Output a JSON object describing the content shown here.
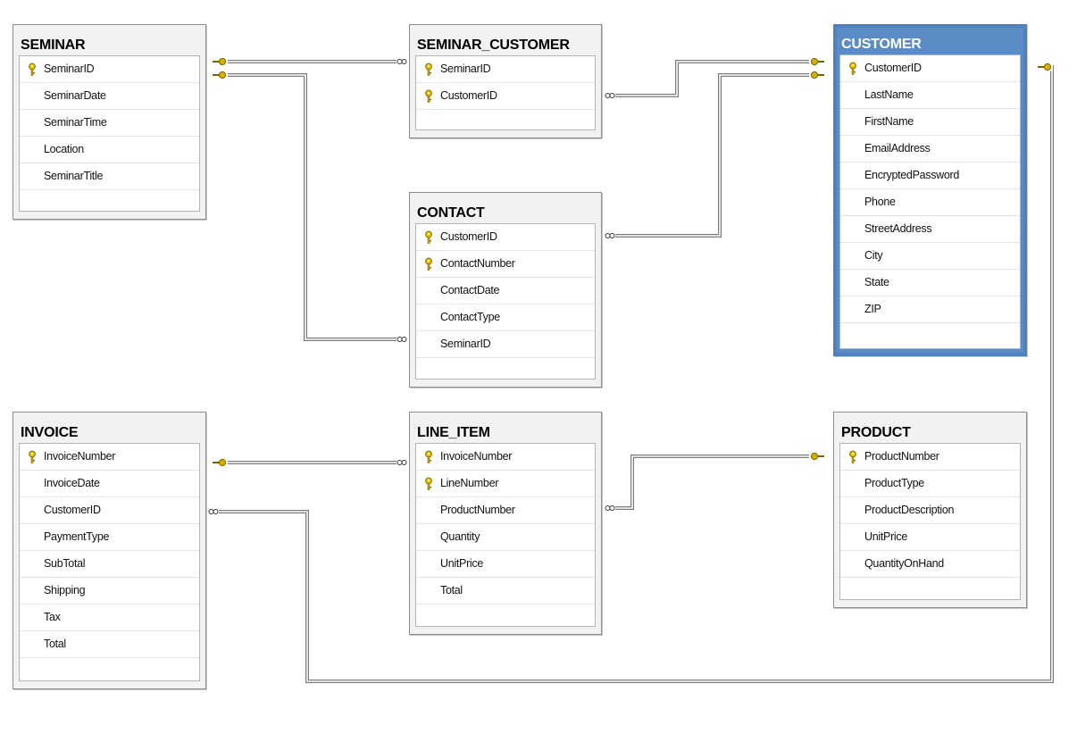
{
  "diagram": {
    "tables": [
      {
        "id": "seminar",
        "title": "SEMINAR",
        "selected": false,
        "columns": [
          {
            "name": "SeminarID",
            "pk": true
          },
          {
            "name": "SeminarDate",
            "pk": false
          },
          {
            "name": "SeminarTime",
            "pk": false
          },
          {
            "name": "Location",
            "pk": false
          },
          {
            "name": "SeminarTitle",
            "pk": false
          }
        ]
      },
      {
        "id": "seminar-customer",
        "title": "SEMINAR_CUSTOMER",
        "selected": false,
        "columns": [
          {
            "name": "SeminarID",
            "pk": true
          },
          {
            "name": "CustomerID",
            "pk": true
          }
        ]
      },
      {
        "id": "customer",
        "title": "CUSTOMER",
        "selected": true,
        "columns": [
          {
            "name": "CustomerID",
            "pk": true
          },
          {
            "name": "LastName",
            "pk": false
          },
          {
            "name": "FirstName",
            "pk": false
          },
          {
            "name": "EmailAddress",
            "pk": false
          },
          {
            "name": "EncryptedPassword",
            "pk": false
          },
          {
            "name": "Phone",
            "pk": false
          },
          {
            "name": "StreetAddress",
            "pk": false
          },
          {
            "name": "City",
            "pk": false
          },
          {
            "name": "State",
            "pk": false
          },
          {
            "name": "ZIP",
            "pk": false
          }
        ]
      },
      {
        "id": "contact",
        "title": "CONTACT",
        "selected": false,
        "columns": [
          {
            "name": "CustomerID",
            "pk": true
          },
          {
            "name": "ContactNumber",
            "pk": true
          },
          {
            "name": "ContactDate",
            "pk": false
          },
          {
            "name": "ContactType",
            "pk": false
          },
          {
            "name": "SeminarID",
            "pk": false
          }
        ]
      },
      {
        "id": "invoice",
        "title": "INVOICE",
        "selected": false,
        "columns": [
          {
            "name": "InvoiceNumber",
            "pk": true
          },
          {
            "name": "InvoiceDate",
            "pk": false
          },
          {
            "name": "CustomerID",
            "pk": false
          },
          {
            "name": "PaymentType",
            "pk": false
          },
          {
            "name": "SubTotal",
            "pk": false
          },
          {
            "name": "Shipping",
            "pk": false
          },
          {
            "name": "Tax",
            "pk": false
          },
          {
            "name": "Total",
            "pk": false
          }
        ]
      },
      {
        "id": "line-item",
        "title": "LINE_ITEM",
        "selected": false,
        "columns": [
          {
            "name": "InvoiceNumber",
            "pk": true
          },
          {
            "name": "LineNumber",
            "pk": true
          },
          {
            "name": "ProductNumber",
            "pk": false
          },
          {
            "name": "Quantity",
            "pk": false
          },
          {
            "name": "UnitPrice",
            "pk": false
          },
          {
            "name": "Total",
            "pk": false
          }
        ]
      },
      {
        "id": "product",
        "title": "PRODUCT",
        "selected": false,
        "columns": [
          {
            "name": "ProductNumber",
            "pk": true
          },
          {
            "name": "ProductType",
            "pk": false
          },
          {
            "name": "ProductDescription",
            "pk": false
          },
          {
            "name": "UnitPrice",
            "pk": false
          },
          {
            "name": "QuantityOnHand",
            "pk": false
          }
        ]
      }
    ],
    "relationships": [
      {
        "one": "seminar",
        "many": "seminar-customer"
      },
      {
        "one": "seminar",
        "many": "contact"
      },
      {
        "one": "customer",
        "many": "seminar-customer"
      },
      {
        "one": "customer",
        "many": "contact"
      },
      {
        "one": "customer",
        "many": "invoice"
      },
      {
        "one": "invoice",
        "many": "line-item"
      },
      {
        "one": "product",
        "many": "line-item"
      }
    ],
    "colors": {
      "selected_header": "#5b8cc5",
      "selected_border": "#4f81bd",
      "key_icon": "#d4b000",
      "connector": "#7a7a7a"
    },
    "icons": {
      "primary_key": "key-icon",
      "one_end": "key-icon",
      "many_end": "infinity-icon"
    }
  }
}
